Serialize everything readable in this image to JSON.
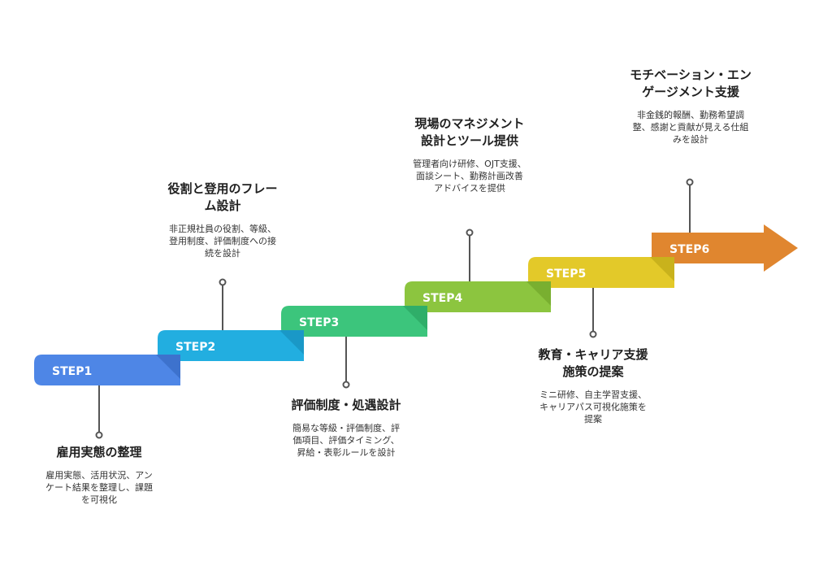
{
  "steps": [
    {
      "label": "STEP1",
      "color": "#4e86e6",
      "shade": "#2f62b8",
      "title": "雇用実態の整理",
      "desc": "雇用実態、活用状況、アンケート結果を整理し、課題を可視化"
    },
    {
      "label": "STEP2",
      "color": "#22aee0",
      "shade": "#1487b3",
      "title": "役割と登用のフレーム設計",
      "desc": "非正規社員の役割、等級、登用制度、評価制度への接続を設計"
    },
    {
      "label": "STEP3",
      "color": "#3cc57c",
      "shade": "#259a5a",
      "title": "評価制度・処遇設計",
      "desc": "簡易な等級・評価制度、評価項目、評価タイミング、昇給・表彰ルールを設計"
    },
    {
      "label": "STEP4",
      "color": "#8cc53f",
      "shade": "#6a9d25",
      "title": "現場のマネジメント設計とツール提供",
      "desc": "管理者向け研修、OJT支援、面談シート、勤務計画改善アドバイスを提供"
    },
    {
      "label": "STEP5",
      "color": "#e3c929",
      "shade": "#b59f12",
      "title": "教育・キャリア支援施策の提案",
      "desc": "ミニ研修、自主学習支援、キャリアパス可視化施策を提案"
    },
    {
      "label": "STEP6",
      "color": "#e0862f",
      "shade": "#b56418",
      "title": "モチベーション・エンゲージメント支援",
      "desc": "非金銭的報酬、勤務希望調整、感謝と貢献が見える仕組みを設計"
    }
  ]
}
